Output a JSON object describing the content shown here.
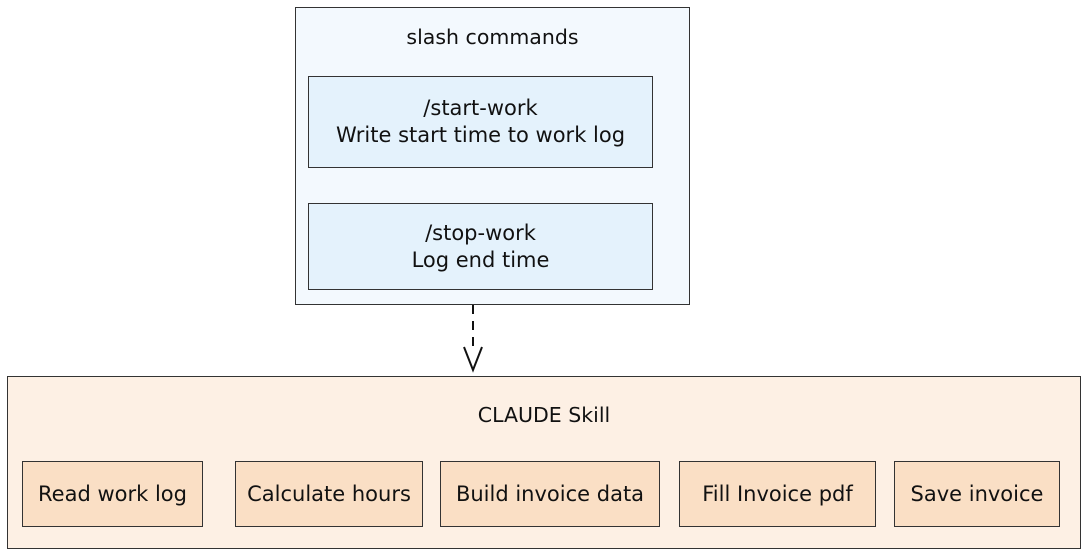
{
  "diagram": {
    "type": "flowchart",
    "direction": "top-down",
    "background_color": "#ffffff",
    "clusters": [
      {
        "id": "slash-commands",
        "label": "slash commands",
        "fill_color": "#f3f9fe",
        "stroke_color": "#333333",
        "nodes": [
          {
            "id": "start-work",
            "lines": [
              "/start-work",
              "Write start time to work log"
            ],
            "fill_color": "#e4f2fc",
            "stroke_color": "#333333"
          },
          {
            "id": "stop-work",
            "lines": [
              "/stop-work",
              "Log end time"
            ],
            "fill_color": "#e4f2fc",
            "stroke_color": "#333333"
          }
        ]
      },
      {
        "id": "claude-skill",
        "label": "CLAUDE Skill",
        "fill_color": "#fdf0e4",
        "stroke_color": "#333333",
        "nodes": [
          {
            "id": "read-work-log",
            "lines": [
              "Read work log"
            ],
            "fill_color": "#fadfc5",
            "stroke_color": "#333333"
          },
          {
            "id": "calculate-hours",
            "lines": [
              "Calculate hours"
            ],
            "fill_color": "#fadfc5",
            "stroke_color": "#333333"
          },
          {
            "id": "build-invoice-data",
            "lines": [
              "Build invoice data"
            ],
            "fill_color": "#fadfc5",
            "stroke_color": "#333333"
          },
          {
            "id": "fill-invoice-pdf",
            "lines": [
              "Fill Invoice pdf"
            ],
            "fill_color": "#fadfc5",
            "stroke_color": "#333333"
          },
          {
            "id": "save-invoice",
            "lines": [
              "Save invoice"
            ],
            "fill_color": "#fadfc5",
            "stroke_color": "#333333"
          }
        ]
      }
    ],
    "edges": [
      {
        "id": "edge-start-to-stop",
        "from": "start-work",
        "to": "stop-work",
        "style": "dashed",
        "arrow": true,
        "label": ""
      },
      {
        "id": "edge-slash-to-claude",
        "from": "slash-commands",
        "to": "claude-skill",
        "style": "dashed",
        "arrow": true,
        "label": ""
      },
      {
        "id": "edge-read-to-calculate",
        "from": "read-work-log",
        "to": "calculate-hours",
        "style": "dashed",
        "arrow": false,
        "label": ""
      },
      {
        "id": "edge-calculate-to-build",
        "from": "calculate-hours",
        "to": "build-invoice-data",
        "style": "dashed",
        "arrow": false,
        "label": ""
      },
      {
        "id": "edge-build-to-fill",
        "from": "build-invoice-data",
        "to": "fill-invoice-pdf",
        "style": "dashed",
        "arrow": false,
        "label": ""
      },
      {
        "id": "edge-fill-to-save",
        "from": "fill-invoice-pdf",
        "to": "save-invoice",
        "style": "dashed",
        "arrow": false,
        "label": ""
      }
    ]
  }
}
